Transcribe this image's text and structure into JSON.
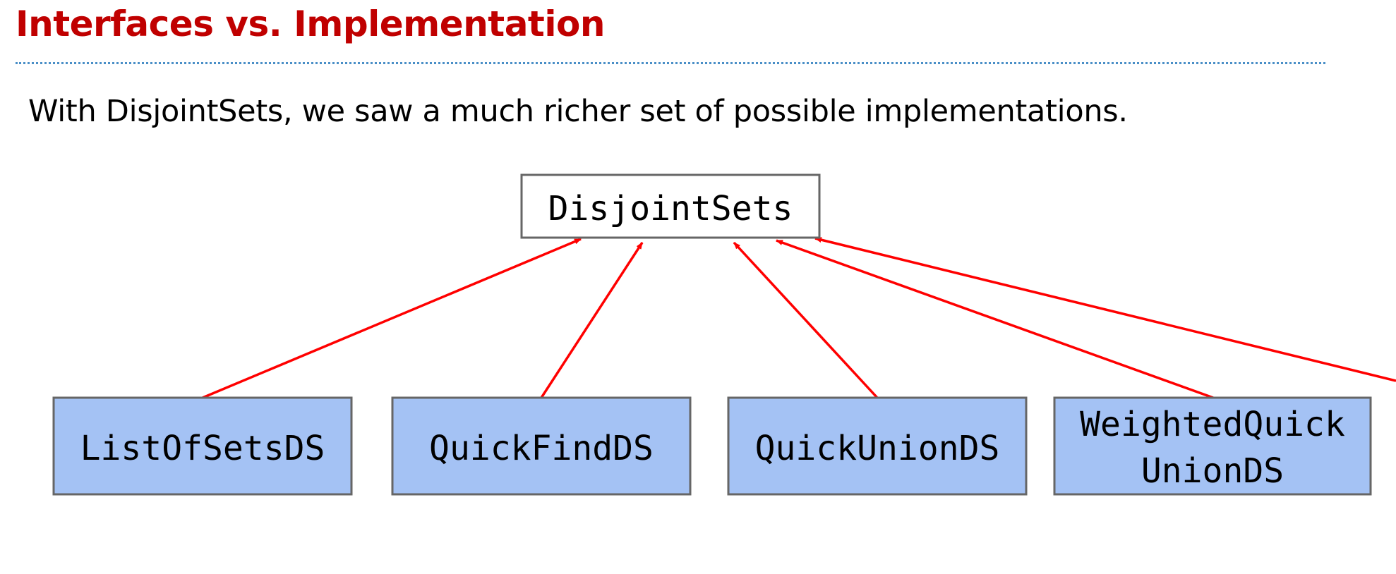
{
  "title": "Interfaces vs. Implementation",
  "subtitle": "With DisjointSets, we saw a much richer set of possible implementations.",
  "diagram": {
    "interface": {
      "name": "DisjointSets"
    },
    "implementations": [
      {
        "name": "ListOfSetsDS",
        "lines": [
          "ListOfSetsDS"
        ]
      },
      {
        "name": "QuickFindDS",
        "lines": [
          "QuickFindDS"
        ]
      },
      {
        "name": "QuickUnionDS",
        "lines": [
          "QuickUnionDS"
        ]
      },
      {
        "name": "WeightedQuickUnionDS",
        "lines": [
          "WeightedQuick",
          "UnionDS"
        ]
      }
    ],
    "colors": {
      "interface_fill": "#ffffff",
      "implementation_fill": "#a4c2f4",
      "box_border": "#666666",
      "arrow": "#ff0000",
      "title": "#c00000"
    }
  }
}
